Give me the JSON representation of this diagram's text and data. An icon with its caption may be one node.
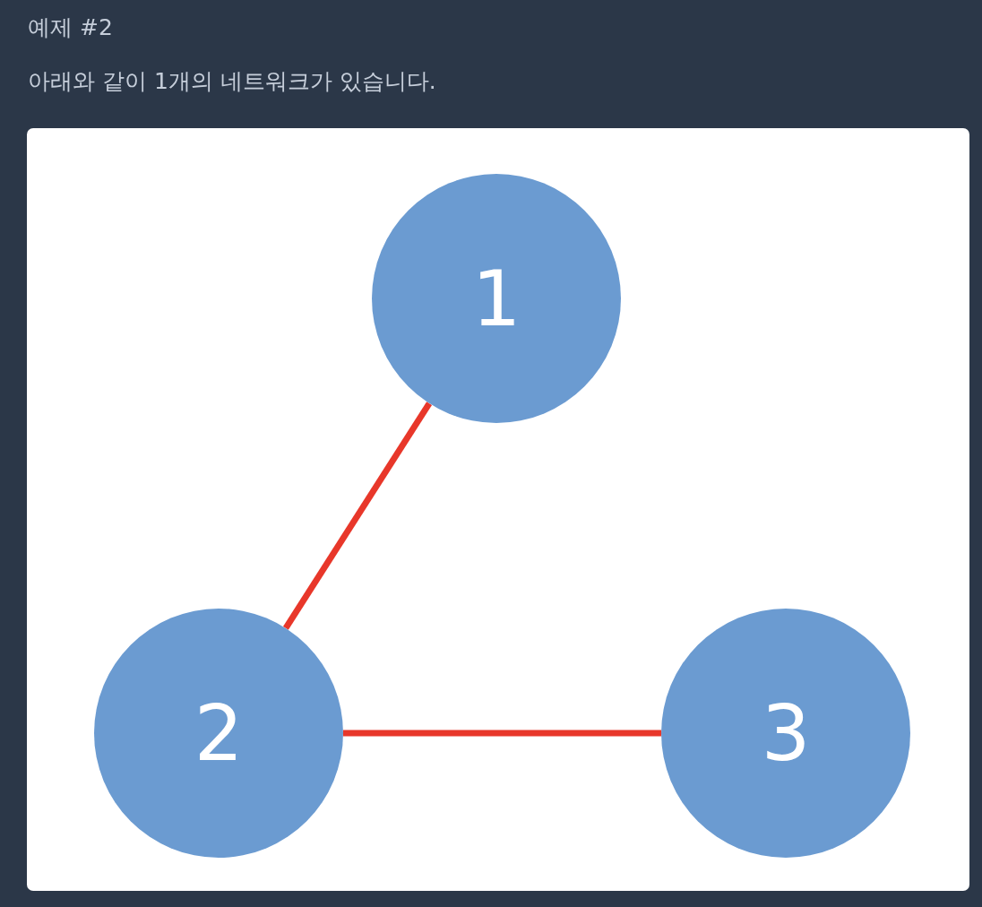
{
  "diagram": {
    "title": "예제 #2",
    "nodes": [
      {
        "text": [
          "1"
        ]
      },
      {
        "text": [
          "2"
        ]
      },
      {
        "text": [
          "3"
        ]
      }
    ],
    "edges": [
      {
        "from": 0,
        "to": 1,
        "arrow": "none"
      },
      {
        "from": 1,
        "to": 2,
        "arrow": "none"
      }
    ],
    "labels": [
      "아래와 같이 1개의 네트워크가 있습니다."
    ]
  }
}
